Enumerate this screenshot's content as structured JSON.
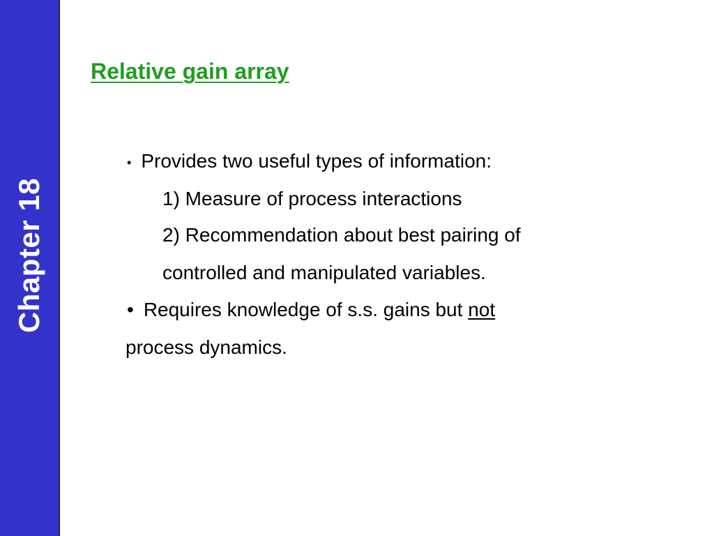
{
  "sidebar": {
    "label": "Chapter 18"
  },
  "title": "Relative gain array",
  "bullets": {
    "bullet_symbol": "•",
    "item1": "Provides two useful types of information:",
    "sub1": "1) Measure of process interactions",
    "sub2_line1": "2) Recommendation about best pairing of",
    "sub2_line2": "controlled and manipulated variables.",
    "item2_prefix": "Requires knowledge of s.s. gains but ",
    "item2_emphasis": "not",
    "item2_continuation": "process dynamics."
  },
  "colors": {
    "sidebar": "#3333cc",
    "title": "#1f9e1f",
    "text": "#000000"
  }
}
